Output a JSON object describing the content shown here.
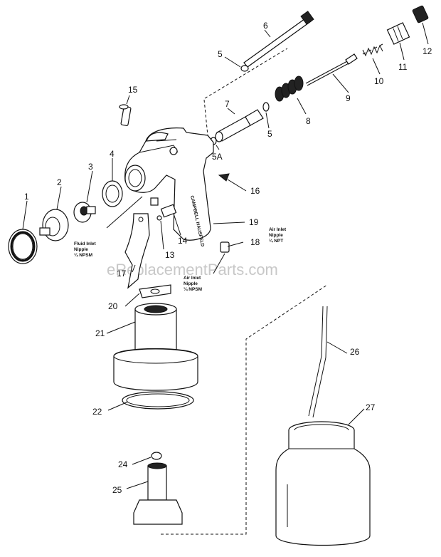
{
  "diagram": {
    "watermark": "eReplacementParts.com",
    "callouts": [
      {
        "id": "c1",
        "label": "1"
      },
      {
        "id": "c2",
        "label": "2"
      },
      {
        "id": "c3",
        "label": "3"
      },
      {
        "id": "c4",
        "label": "4"
      },
      {
        "id": "c5a",
        "label": "5"
      },
      {
        "id": "c5b",
        "label": "5"
      },
      {
        "id": "c5A",
        "label": "5A"
      },
      {
        "id": "c6",
        "label": "6"
      },
      {
        "id": "c7",
        "label": "7"
      },
      {
        "id": "c8",
        "label": "8"
      },
      {
        "id": "c9",
        "label": "9"
      },
      {
        "id": "c10",
        "label": "10"
      },
      {
        "id": "c11",
        "label": "11"
      },
      {
        "id": "c12",
        "label": "12"
      },
      {
        "id": "c13",
        "label": "13"
      },
      {
        "id": "c14",
        "label": "14"
      },
      {
        "id": "c15",
        "label": "15"
      },
      {
        "id": "c16",
        "label": "16"
      },
      {
        "id": "c17",
        "label": "17"
      },
      {
        "id": "c18",
        "label": "18"
      },
      {
        "id": "c19",
        "label": "19"
      },
      {
        "id": "c20",
        "label": "20"
      },
      {
        "id": "c21",
        "label": "21"
      },
      {
        "id": "c22",
        "label": "22"
      },
      {
        "id": "c24",
        "label": "24"
      },
      {
        "id": "c25",
        "label": "25"
      },
      {
        "id": "c26",
        "label": "26"
      },
      {
        "id": "c27",
        "label": "27"
      }
    ],
    "notes": {
      "fluid_inlet": [
        "Fluid Inlet",
        "Nipple",
        "¼ NPSM"
      ],
      "air_inlet_top": [
        "Air Inlet",
        "Nipple",
        "¼ NPT"
      ],
      "air_inlet_bottom": [
        "Air Inlet",
        "Nipple",
        "¼ NPSM"
      ]
    },
    "handle_lettering": "CAMPBELL HAUSFELD"
  }
}
